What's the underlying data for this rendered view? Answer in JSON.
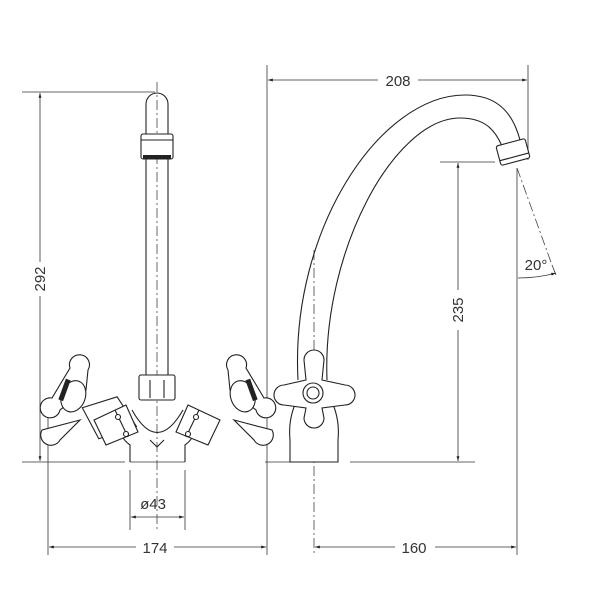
{
  "drawing": {
    "subject": "faucet",
    "dimensions": {
      "total_height": "292",
      "base_diameter": "ø43",
      "front_width": "174",
      "spout_reach_total": "208",
      "spout_height": "235",
      "spout_reach": "160",
      "spout_angle": "20°"
    },
    "colors": {
      "line": "#222222",
      "background": "#ffffff"
    }
  }
}
